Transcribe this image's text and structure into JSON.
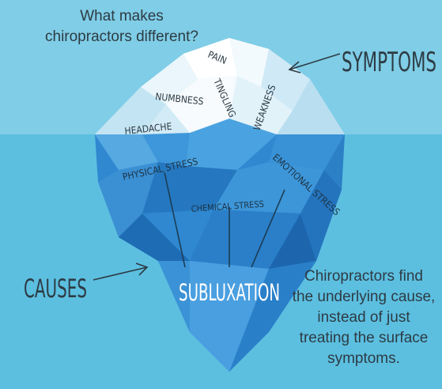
{
  "question": {
    "line1": "What makes",
    "line2": "chiropractors different?"
  },
  "symptoms_label": "SYMPTOMS",
  "causes_label": "CAUSES",
  "symptoms": {
    "pain": "PAIN",
    "numbness": "NUMBNESS",
    "tingling": "TINGLING",
    "weakness": "WEAKNESS",
    "headache": "HEADACHE"
  },
  "causes": {
    "physical_stress": "PHYSICAL STRESS",
    "chemical_stress": "CHEMICAL STRESS",
    "emotional_stress": "EMOTIONAL STRESS",
    "subluxation": "SUBLUXATION"
  },
  "explanation": {
    "line1": "Chiropractors find",
    "line2": "the underlying cause,",
    "line3": "instead of just",
    "line4": "treating the surface",
    "line5": "symptoms."
  },
  "colors": {
    "sky": "#7fcde6",
    "water": "#5cbfe0",
    "ice_light": "#eef7fb",
    "ice_shadow": "#b6dff0",
    "berg_mid": "#2f88d0",
    "berg_dark": "#1f6fb8",
    "text_dark": "#2d3b44",
    "text_white": "#ffffff"
  }
}
